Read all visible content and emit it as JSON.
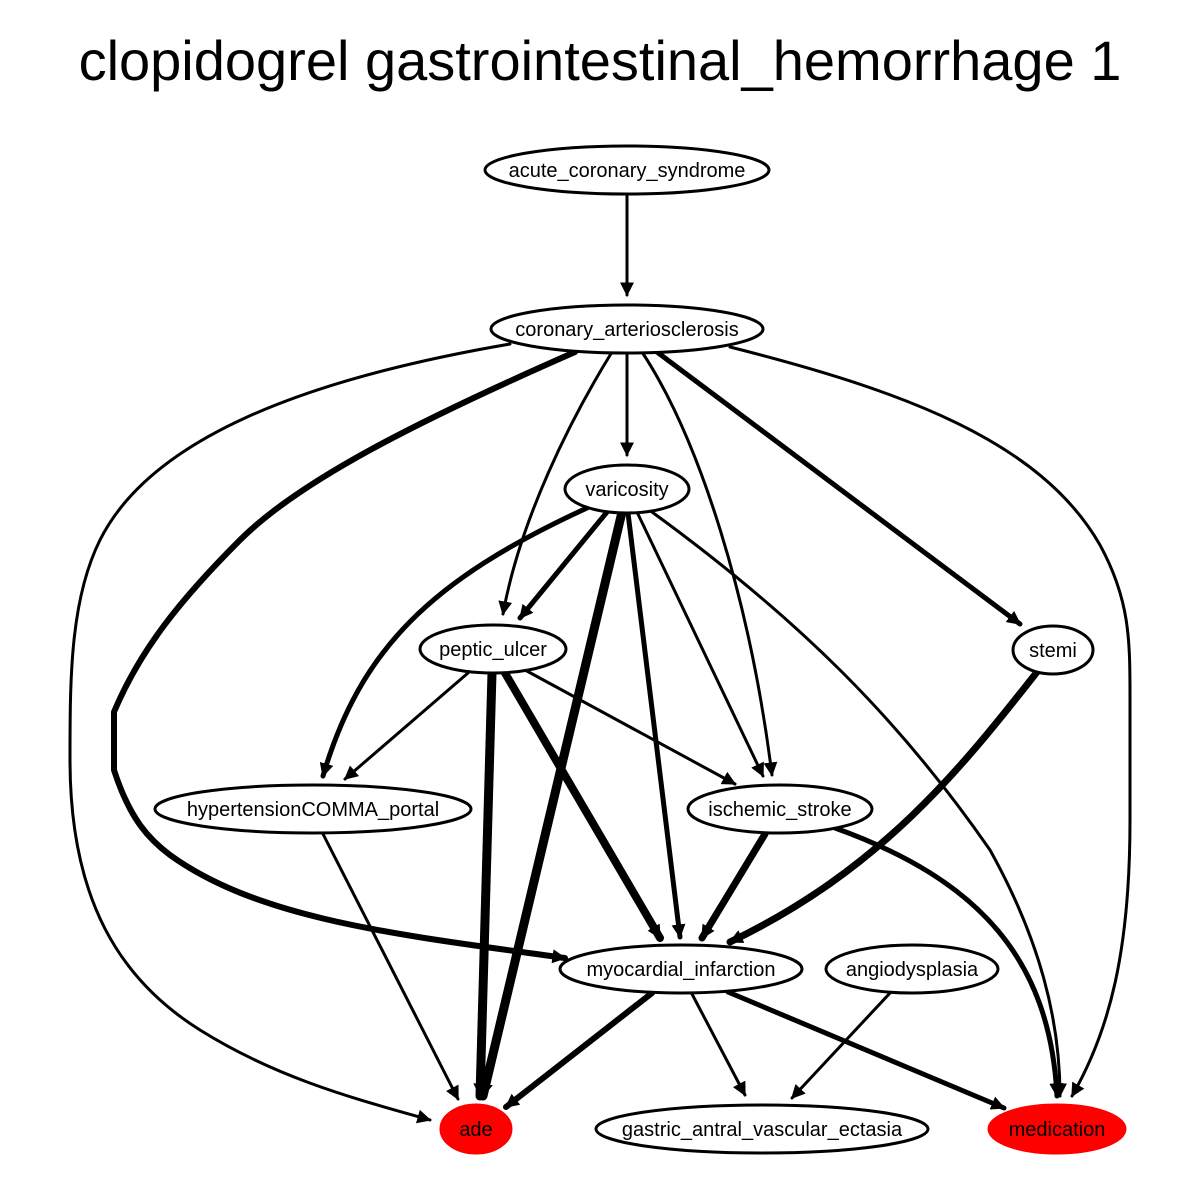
{
  "title": "clopidogrel gastrointestinal_hemorrhage 1",
  "colors": {
    "highlight": "#ff0000",
    "default_fill": "#ffffff",
    "stroke": "#000000"
  },
  "nodes": [
    {
      "id": "acute_coronary_syndrome",
      "label": "acute_coronary_syndrome",
      "highlight": false
    },
    {
      "id": "coronary_arteriosclerosis",
      "label": "coronary_arteriosclerosis",
      "highlight": false
    },
    {
      "id": "varicosity",
      "label": "varicosity",
      "highlight": false
    },
    {
      "id": "peptic_ulcer",
      "label": "peptic_ulcer",
      "highlight": false
    },
    {
      "id": "stemi",
      "label": "stemi",
      "highlight": false
    },
    {
      "id": "hypertensionCOMMA_portal",
      "label": "hypertensionCOMMA_portal",
      "highlight": false
    },
    {
      "id": "ischemic_stroke",
      "label": "ischemic_stroke",
      "highlight": false
    },
    {
      "id": "myocardial_infarction",
      "label": "myocardial_infarction",
      "highlight": false
    },
    {
      "id": "angiodysplasia",
      "label": "angiodysplasia",
      "highlight": false
    },
    {
      "id": "ade",
      "label": "ade",
      "highlight": true
    },
    {
      "id": "gastric_antral_vascular_ectasia",
      "label": "gastric_antral_vascular_ectasia",
      "highlight": false
    },
    {
      "id": "medication",
      "label": "medication",
      "highlight": true
    }
  ],
  "edges": [
    {
      "from": "acute_coronary_syndrome",
      "to": "coronary_arteriosclerosis",
      "weight": 3
    },
    {
      "from": "coronary_arteriosclerosis",
      "to": "varicosity",
      "weight": 3
    },
    {
      "from": "coronary_arteriosclerosis",
      "to": "peptic_ulcer",
      "weight": 3
    },
    {
      "from": "coronary_arteriosclerosis",
      "to": "ischemic_stroke",
      "weight": 3
    },
    {
      "from": "coronary_arteriosclerosis",
      "to": "stemi",
      "weight": 5
    },
    {
      "from": "coronary_arteriosclerosis",
      "to": "ade",
      "weight": 3
    },
    {
      "from": "coronary_arteriosclerosis",
      "to": "myocardial_infarction",
      "weight": 6
    },
    {
      "from": "coronary_arteriosclerosis",
      "to": "medication",
      "weight": 3
    },
    {
      "from": "varicosity",
      "to": "peptic_ulcer",
      "weight": 5
    },
    {
      "from": "varicosity",
      "to": "hypertensionCOMMA_portal",
      "weight": 5
    },
    {
      "from": "varicosity",
      "to": "ade",
      "weight": 9
    },
    {
      "from": "varicosity",
      "to": "myocardial_infarction",
      "weight": 5
    },
    {
      "from": "varicosity",
      "to": "ischemic_stroke",
      "weight": 3
    },
    {
      "from": "varicosity",
      "to": "medication",
      "weight": 3
    },
    {
      "from": "peptic_ulcer",
      "to": "hypertensionCOMMA_portal",
      "weight": 3
    },
    {
      "from": "peptic_ulcer",
      "to": "ischemic_stroke",
      "weight": 3
    },
    {
      "from": "peptic_ulcer",
      "to": "ade",
      "weight": 9
    },
    {
      "from": "peptic_ulcer",
      "to": "myocardial_infarction",
      "weight": 8
    },
    {
      "from": "hypertensionCOMMA_portal",
      "to": "ade",
      "weight": 3
    },
    {
      "from": "ischemic_stroke",
      "to": "myocardial_infarction",
      "weight": 7
    },
    {
      "from": "ischemic_stroke",
      "to": "medication",
      "weight": 5
    },
    {
      "from": "stemi",
      "to": "myocardial_infarction",
      "weight": 7
    },
    {
      "from": "myocardial_infarction",
      "to": "ade",
      "weight": 6
    },
    {
      "from": "myocardial_infarction",
      "to": "gastric_antral_vascular_ectasia",
      "weight": 3
    },
    {
      "from": "myocardial_infarction",
      "to": "medication",
      "weight": 5
    },
    {
      "from": "angiodysplasia",
      "to": "gastric_antral_vascular_ectasia",
      "weight": 3
    }
  ]
}
